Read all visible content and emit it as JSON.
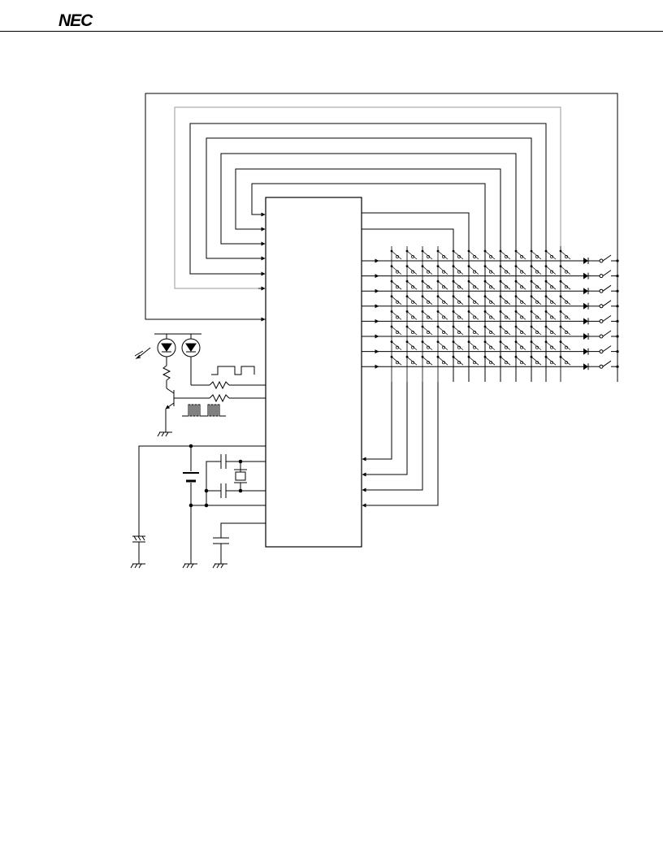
{
  "header": {
    "logo_text": "NEC"
  },
  "diagram": {
    "matrix_rows": 8,
    "matrix_cols": 12,
    "key_switch_rows": 8,
    "colors": {
      "stroke": "#000000",
      "feedback_wires": "#9a9a9a"
    }
  }
}
